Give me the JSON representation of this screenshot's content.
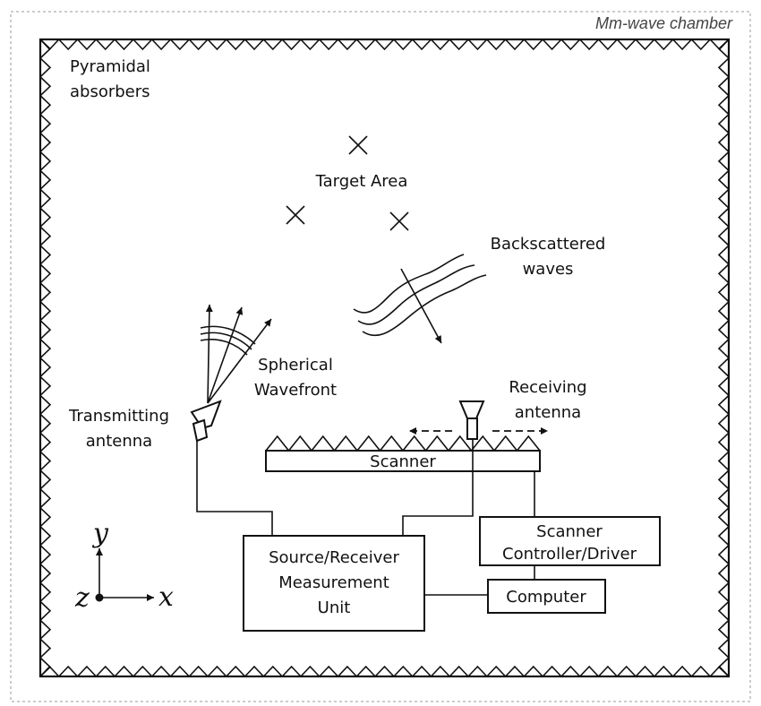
{
  "chamber_label": "Mm-wave chamber",
  "absorbers_label": [
    "Pyramidal",
    "absorbers"
  ],
  "target_area_label": "Target Area",
  "backscattered_label": [
    "Backscattered",
    "waves"
  ],
  "spherical_label": [
    "Spherical",
    "Wavefront"
  ],
  "transmitting_label": [
    "Transmitting",
    "antenna"
  ],
  "receiving_label": [
    "Receiving",
    "antenna"
  ],
  "scanner_label": "Scanner",
  "scanner_controller_label": [
    "Scanner",
    "Controller/Driver"
  ],
  "source_receiver_label": [
    "Source/Receiver",
    "Measurement",
    "Unit"
  ],
  "computer_label": "Computer",
  "axes": {
    "x": "x",
    "y": "y",
    "z": "z"
  }
}
